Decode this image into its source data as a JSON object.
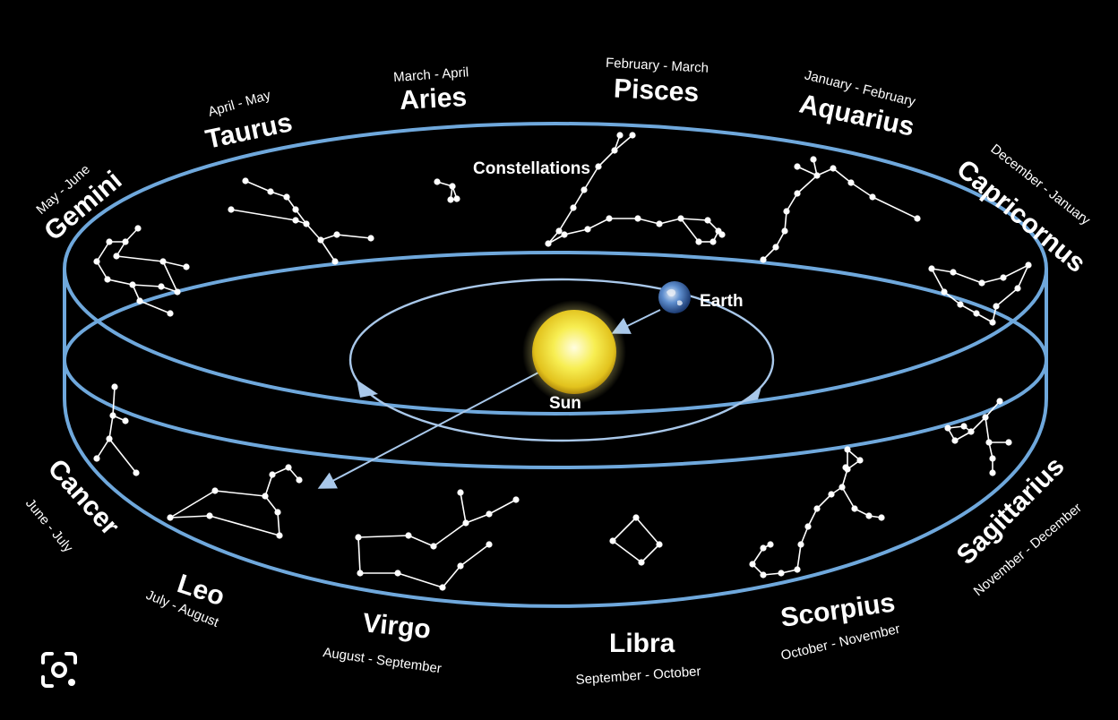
{
  "labels": {
    "constellations": "Constellations",
    "earth": "Earth",
    "sun": "Sun"
  },
  "zodiac": [
    {
      "name": "Aries",
      "dates": "March - April"
    },
    {
      "name": "Pisces",
      "dates": "February - March"
    },
    {
      "name": "Aquarius",
      "dates": "January - February"
    },
    {
      "name": "Capricornus",
      "dates": "December - January"
    },
    {
      "name": "Sagittarius",
      "dates": "November - December"
    },
    {
      "name": "Scorpius",
      "dates": "October - November"
    },
    {
      "name": "Libra",
      "dates": "September - October"
    },
    {
      "name": "Virgo",
      "dates": "August - September"
    },
    {
      "name": "Leo",
      "dates": "July - August"
    },
    {
      "name": "Cancer",
      "dates": "June - July"
    },
    {
      "name": "Gemini",
      "dates": "May - June"
    },
    {
      "name": "Taurus",
      "dates": "April - May"
    }
  ],
  "colors": {
    "background": "#000000",
    "ring": "#6fa8dc",
    "orbit": "#a9c8ea",
    "sun": "#f5e642",
    "earth": "#3b6fb5"
  },
  "icons": {
    "lens": "google-lens-icon"
  }
}
